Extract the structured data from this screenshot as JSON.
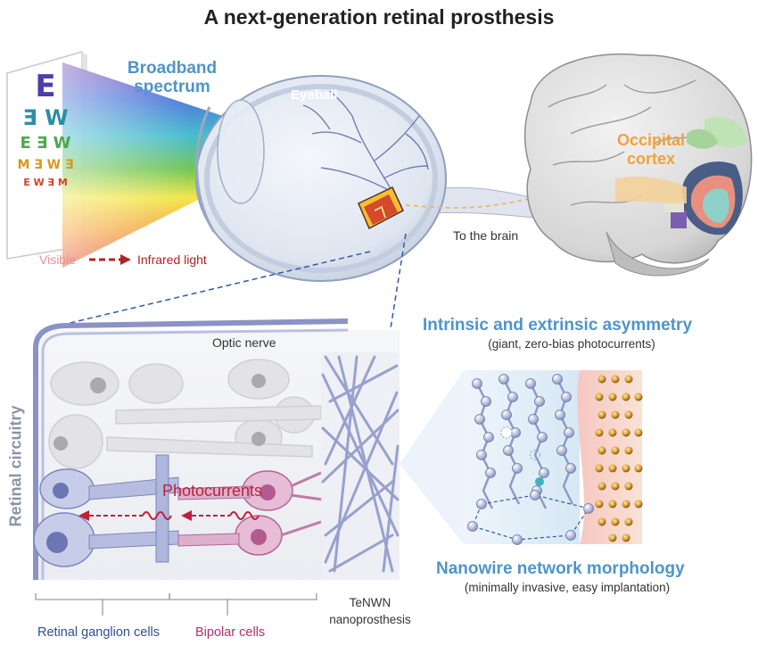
{
  "title": "A next-generation retinal prosthesis",
  "labels": {
    "broadband_line1": "Broadband",
    "broadband_line2": "spectrum",
    "eyeball": "Eyeball",
    "occipital_line1": "Occipital",
    "occipital_line2": "cortex",
    "to_brain": "To the brain",
    "visible": "Visible",
    "infrared": "Infrared light",
    "optic_nerve": "Optic nerve",
    "retinal_circuitry": "Retinal circuitry",
    "photocurrents": "Photocurrents",
    "tenwn_line1": "TeNWN",
    "tenwn_line2": "nanoprosthesis",
    "retinal_ganglion": "Retinal ganglion cells",
    "bipolar": "Bipolar cells",
    "asymmetry_title": "Intrinsic and extrinsic asymmetry",
    "asymmetry_sub": "(giant, zero-bias photocurrents)",
    "morphology_title": "Nanowire network morphology",
    "morphology_sub": "(minimally invasive, easy implantation)"
  },
  "eye_chart_rows": [
    "E",
    "Ǝ W",
    "E ∃ W",
    "M Ǝ W Ǝ",
    "E W ∃ M"
  ],
  "colors": {
    "heading_blue": "#4e95c9",
    "occipital_orange": "#f0a23a",
    "visible_pink": "#e8908f",
    "infrared_red": "#b22222",
    "ganglion_blue": "#2f4f8f",
    "bipolar_magenta": "#b0306f",
    "photocurrent_red": "#c0203a",
    "circuit_gray": "#8a93a8"
  }
}
